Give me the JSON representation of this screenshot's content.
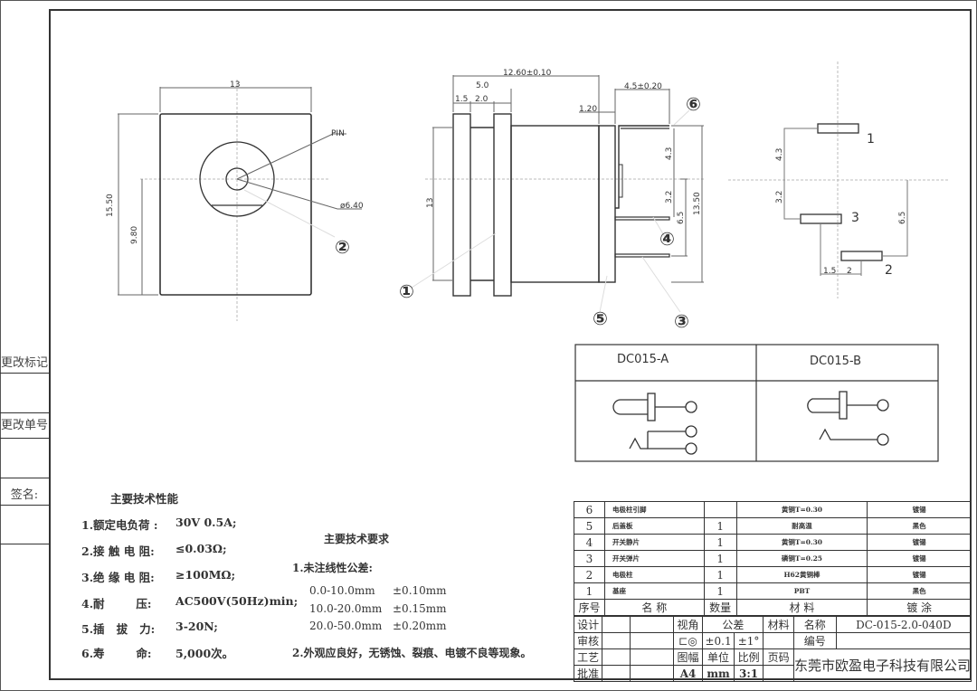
{
  "side_panel": {
    "change_mark": "更改标记",
    "change_number": "更改单号",
    "signature": "签名:"
  },
  "front_view": {
    "width_dim": "13",
    "height_dim": "15.50",
    "center_height_dim": "9.80",
    "pin_label": "PIN",
    "diameter_label": "ø6.40",
    "callout": "②"
  },
  "side_view": {
    "length_dim": "12.60±0.10",
    "flange_dim": "5.0",
    "dim_1": "1.5",
    "dim_2": "2.0",
    "back_plate_dim": "1.20",
    "pin_length_dim": "4.5±0.20",
    "body_height_dim": "13",
    "total_height_dim": "13.50",
    "dim_43": "4.3",
    "dim_32": "3.2",
    "dim_65": "6.5",
    "callouts": [
      "①",
      "③",
      "④",
      "⑤",
      "⑥"
    ]
  },
  "pin_layout": {
    "dim_43": "4.3",
    "dim_32": "3.2",
    "dim_65": "6.5",
    "dim_15": "1.5",
    "dim_2": "2",
    "pin_labels": [
      "1",
      "3",
      "2"
    ]
  },
  "variants": {
    "a_label": "DC015-A",
    "b_label": "DC015-B"
  },
  "performance": {
    "title": "主要技术性能",
    "items": [
      {
        "label": "1.额定电负荷 :",
        "value": "30V 0.5A;"
      },
      {
        "label": "2.接 触 电 阻:",
        "value": "≤0.03Ω;"
      },
      {
        "label": "3.绝 缘 电 阻:",
        "value": "≥100MΩ;"
      },
      {
        "label": "4.耐        压:",
        "value": "AC500V(50Hz)min;"
      },
      {
        "label": "5.插   拔   力:",
        "value": "3-20N;"
      },
      {
        "label": "6.寿        命:",
        "value": "5,000次。"
      }
    ]
  },
  "requirements": {
    "title": "主要技术要求",
    "item1": "1.未注线性公差:",
    "tolerances": [
      {
        "range": "0.0-10.0mm",
        "tol": "±0.10mm"
      },
      {
        "range": "10.0-20.0mm",
        "tol": "±0.15mm"
      },
      {
        "range": "20.0-50.0mm",
        "tol": "±0.20mm"
      }
    ],
    "item2": "2.外观应良好，无锈蚀、裂痕、电镀不良等现象。"
  },
  "bom": {
    "rows": [
      {
        "no": "6",
        "name": "电极柱引脚",
        "qty": "",
        "material": "黄铜T=0.30",
        "plating": "镀锡"
      },
      {
        "no": "5",
        "name": "后盖板",
        "qty": "1",
        "material": "耐高温",
        "plating": "黑色"
      },
      {
        "no": "4",
        "name": "开关静片",
        "qty": "1",
        "material": "黄铜T=0.30",
        "plating": "镀锡"
      },
      {
        "no": "3",
        "name": "开关弹片",
        "qty": "1",
        "material": "磷铜T=0.25",
        "plating": "镀锡"
      },
      {
        "no": "2",
        "name": "电极柱",
        "qty": "1",
        "material": "H62黄铜棒",
        "plating": "镀锡"
      },
      {
        "no": "1",
        "name": "基座",
        "qty": "1",
        "material": "PBT",
        "plating": "黑色"
      }
    ],
    "header": {
      "no": "序号",
      "name": "名  称",
      "qty": "数量",
      "material": "材  料",
      "plating": "镀  涂"
    }
  },
  "title_block": {
    "design": "设计",
    "review": "审核",
    "process": "工艺",
    "approve": "批准",
    "view_angle": "视角",
    "tolerance": "公差",
    "material": "材料",
    "name_label": "名称",
    "name_value": "DC-015-2.0-040D",
    "tol_linear": "±0.1",
    "tol_angle": "±1°",
    "number_label": "编号",
    "sheet_size_label": "图幅",
    "unit_label": "单位",
    "scale_label": "比例",
    "page_label": "页码",
    "sheet_size": "A4",
    "unit": "mm",
    "scale": "3:1",
    "company": "东莞市欧盈电子科技有限公司"
  }
}
